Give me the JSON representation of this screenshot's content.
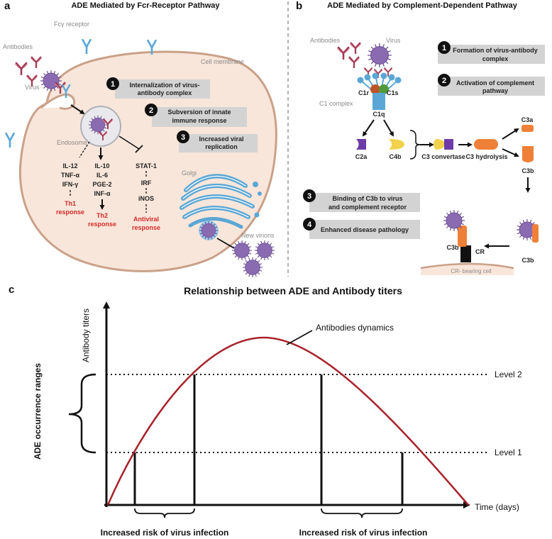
{
  "panel_a": {
    "letter": "a",
    "title": "ADE Mediated by Fcr-Receptor Pathway",
    "label_antibodies": "Antibodies",
    "label_receptor": "Fcγ receptor",
    "label_membrane": "Cell membrane",
    "label_virus": "Virus",
    "label_endosome": "Endosome",
    "label_golgi": "Golgi",
    "label_new_virions": "New virions",
    "steps": [
      {
        "num": "1",
        "line1": "Internalization of virus-",
        "line2": "antibody complex"
      },
      {
        "num": "2",
        "line1": "Subversion of innate",
        "line2": "immune response"
      },
      {
        "num": "3",
        "line1": "Increased viral",
        "line2": "replication"
      }
    ],
    "th1": {
      "items": [
        "IL-12",
        "TNF-α",
        "IFN-γ"
      ],
      "line1": "Th1",
      "line2": "response"
    },
    "th2": {
      "items": [
        "IL-10",
        "IL-6",
        "PGE-2",
        "INF-α"
      ],
      "line1": "Th2",
      "line2": "response"
    },
    "antiviral": {
      "items": [
        "STAT-1",
        "IRF",
        "iNOS"
      ],
      "line1": "Antiviral",
      "line2": "response"
    }
  },
  "panel_b": {
    "letter": "b",
    "title": "ADE Mediated by Complement-Dependent Pathway",
    "label_antibodies": "Antibodies",
    "label_virus": "Virus",
    "label_c1r": "C1r",
    "label_c1s": "C1s",
    "label_c1_complex": "C1 complex",
    "label_c1q": "C1q",
    "label_c2a": "C2a",
    "label_c4b": "C4b",
    "label_c3_convertase": "C3 convertase",
    "label_c3_hydrolysis": "C3 hydrolysis",
    "label_c3a": "C3a",
    "label_c3b": "C3b",
    "label_cr": "CR",
    "label_cr_cell": "CR- bearing cell",
    "steps": [
      {
        "num": "1",
        "line1": "Formation of virus-antibody",
        "line2": "complex"
      },
      {
        "num": "2",
        "line1": "Activation of complement",
        "line2": "pathway"
      },
      {
        "num": "3",
        "line1": "Binding of C3b to virus",
        "line2": "and complement receptor"
      },
      {
        "num": "4",
        "line1": "Enhanced disease pathology",
        "line2": ""
      }
    ]
  },
  "panel_c": {
    "letter": "c",
    "title": "Relationship between ADE and Antibody titers",
    "ylabel": "Antibody titers",
    "range_label": "ADE occurrence ranges",
    "xlabel": "Time (days)",
    "curve_label": "Antibodies  dynamics",
    "level2": "Level 2",
    "level1": "Level 1",
    "risk_left": "Increased risk of virus infection",
    "risk_right": "Increased risk of virus infection"
  },
  "colors": {
    "cell_fill": "#f9e6da",
    "cell_stroke": "#c9a189",
    "step_box": "#d3d3d3",
    "response_red": "#d42a2a",
    "virus": "#8a6bb1",
    "antibody": "#a33b54",
    "receptor": "#5aa7d6",
    "curve": "#a7222b",
    "c3_orange": "#ee8038",
    "c2a_purple": "#6e3aa8",
    "c4b_yellow": "#f1d24c"
  }
}
